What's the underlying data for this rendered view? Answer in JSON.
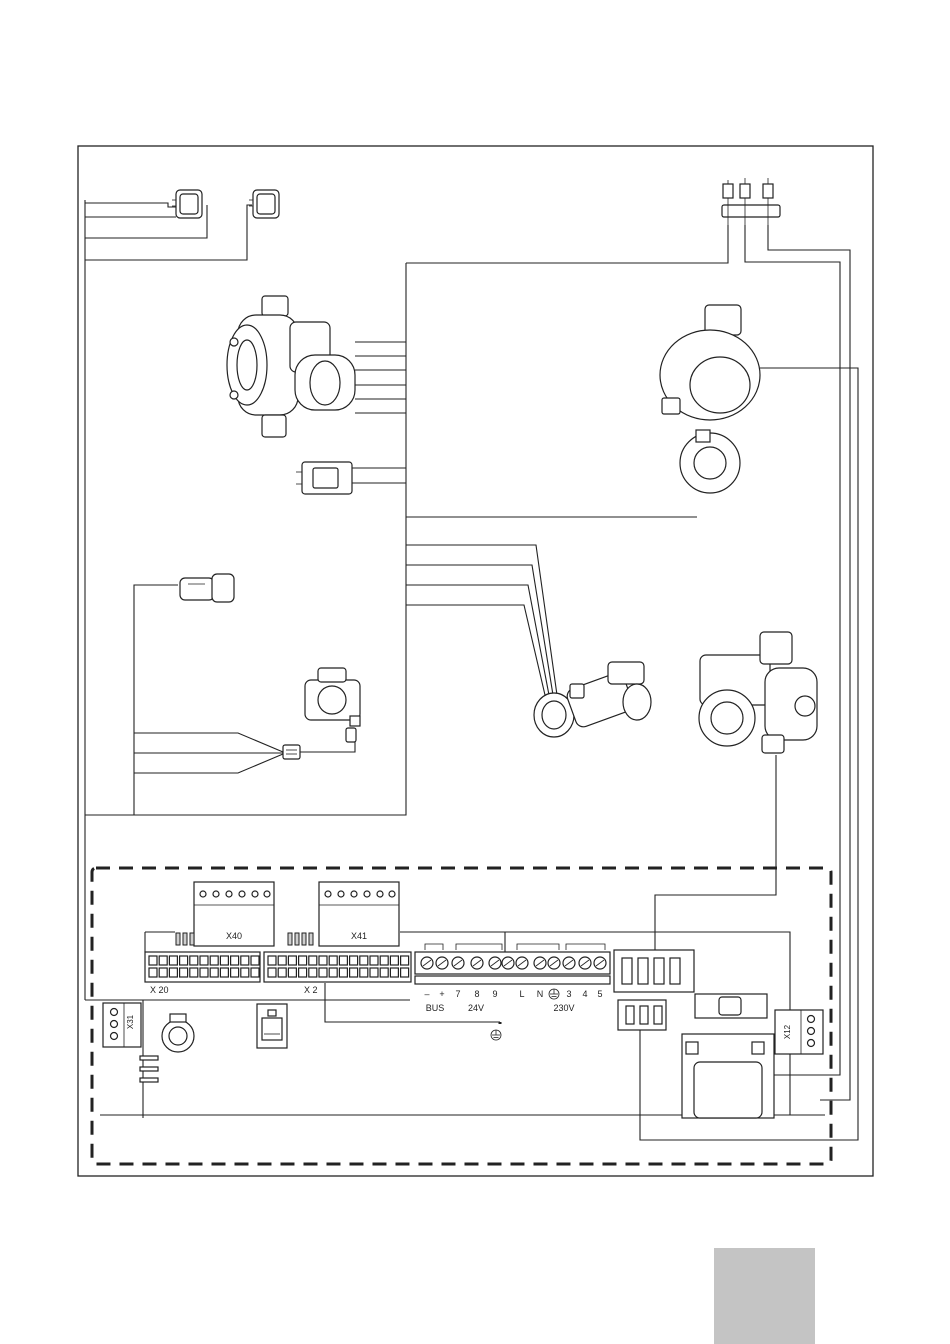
{
  "board": {
    "connector_x40": "X40",
    "connector_x41": "X41",
    "connector_x20": "X 20",
    "connector_x2": "X 2",
    "connector_x31": "X31",
    "connector_x12": "X12",
    "terminal_labels": [
      "–",
      "+",
      "7",
      "8",
      "9",
      "L",
      "N",
      "3",
      "4",
      "5"
    ],
    "group_bus": "BUS",
    "group_24v": "24V",
    "group_230v": "230V"
  },
  "colors": {
    "line": "#222222",
    "page_tab": "#c4c4c4"
  }
}
